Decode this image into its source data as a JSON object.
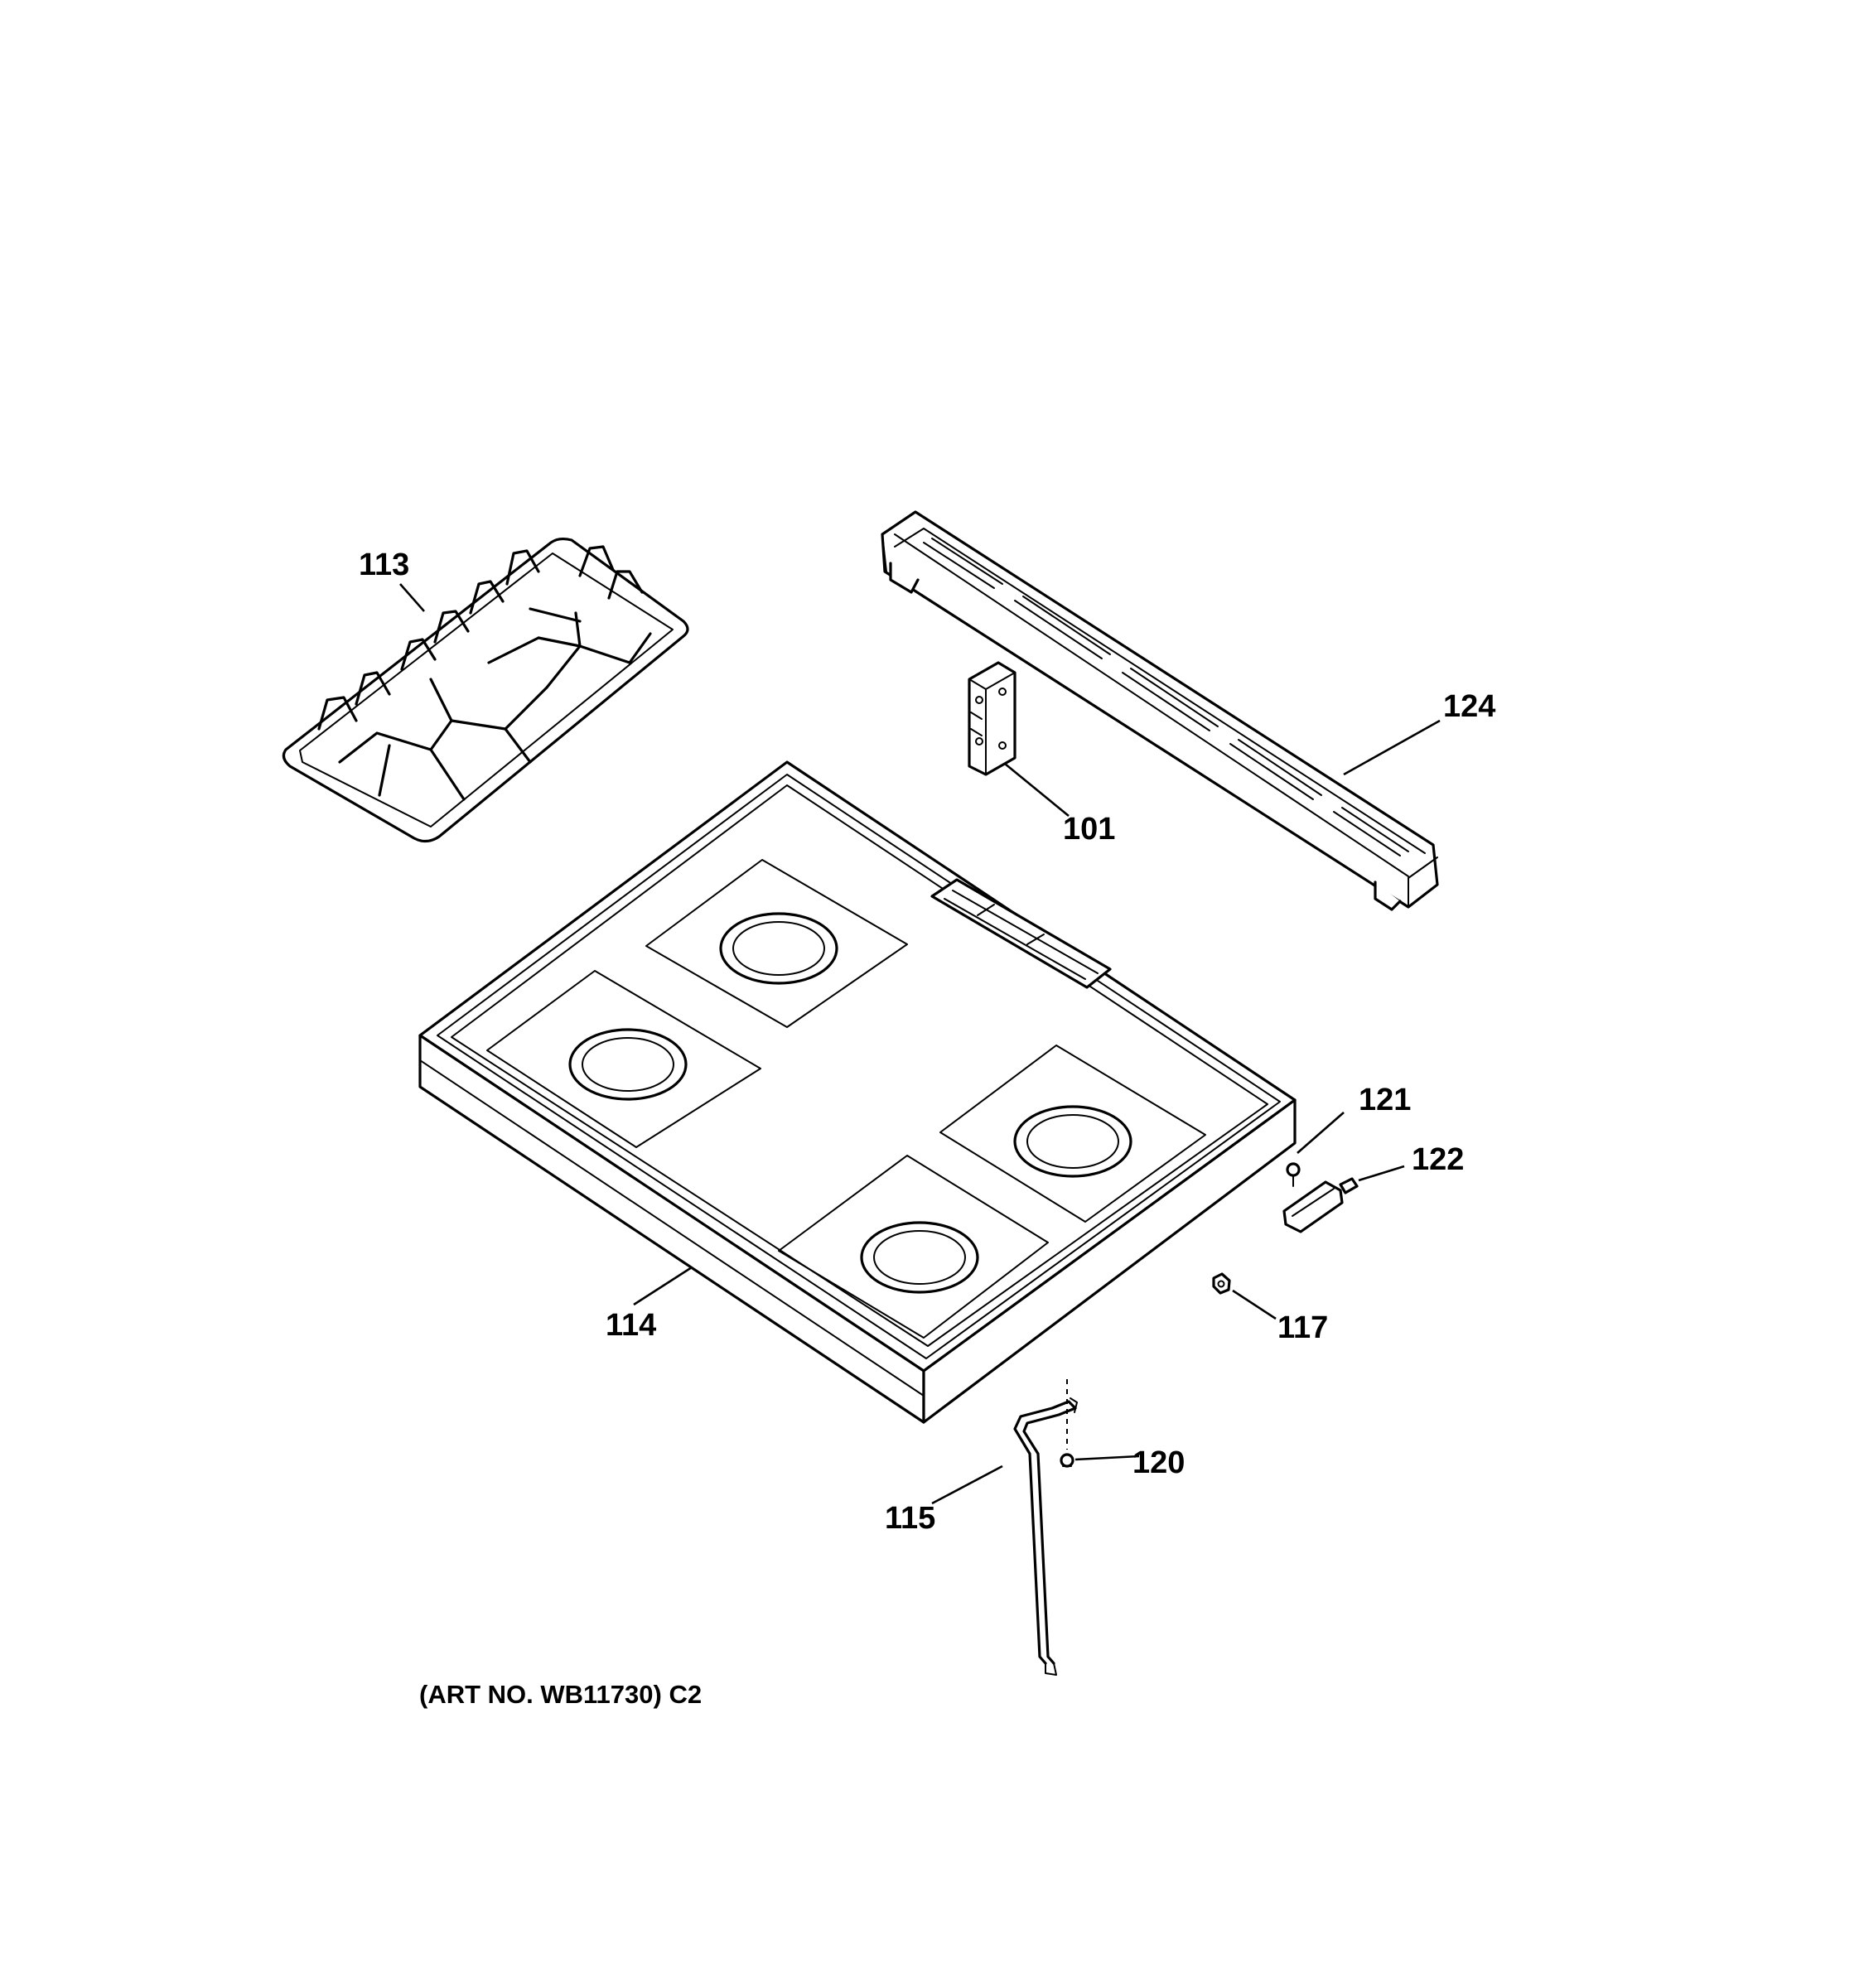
{
  "diagram": {
    "art_number": "(ART NO. WB11730) C2",
    "parts": [
      {
        "id": "113",
        "label": "113"
      },
      {
        "id": "124",
        "label": "124"
      },
      {
        "id": "101",
        "label": "101"
      },
      {
        "id": "114",
        "label": "114"
      },
      {
        "id": "121",
        "label": "121"
      },
      {
        "id": "122",
        "label": "122"
      },
      {
        "id": "117",
        "label": "117"
      },
      {
        "id": "120",
        "label": "120"
      },
      {
        "id": "115",
        "label": "115"
      }
    ]
  }
}
